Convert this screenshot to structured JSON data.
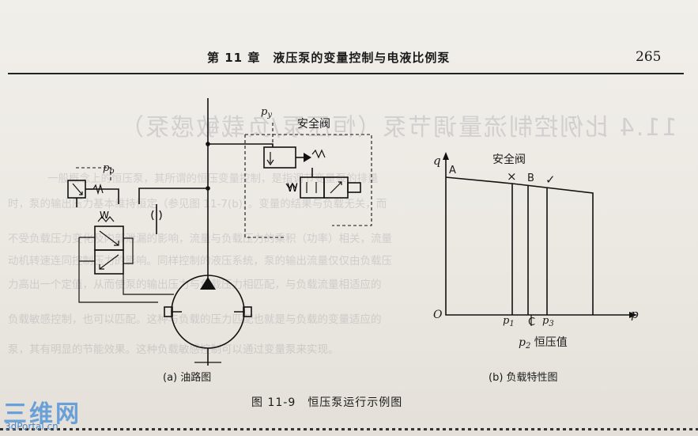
{
  "header": {
    "title": "第 11 章　液压泵的变量控制与电液比例泵",
    "page_number": "265"
  },
  "background_text": {
    "heading": "11.4 比例控制流量调节泵（恒压泵/负载敏感泵）",
    "lines": [
      "一般概念上的恒压泵，其所谓的恒压变量控制，是指调节变量泵的排量",
      "时，泵的输出压力基本维持恒定（参见图 11-7(b)）。变量的结果与负载无关，而",
      "不受负载压力变化及内部泄漏的影响，流量与负载压力的乘积（功率）相关，流量",
      "动机转速连同控制压力的影响。同样控制的液压系统，泵的输出流量仅仅由负载压",
      "力高出一个定值，从而使泵的输出压力与负载压力相匹配，与负载流量相适应的",
      "负载敏感控制，也可以匹配。这种与负载的压力匹配也就是与负载的变量适应的",
      "泵，其有明显的节能效果。这种负载敏感控制可以通过变量泵来实现。"
    ]
  },
  "figure": {
    "left": {
      "label_py": "p",
      "label_py_sub": "y",
      "label_pb": "p",
      "label_pb_sub": "b",
      "label_safety_valve": "安全阀",
      "caption": "(a) 油路图"
    },
    "right": {
      "title": "安全阀",
      "axis_y": "q",
      "axis_x": "p",
      "origin": "O",
      "point_A": "A",
      "point_B": "B",
      "point_C": "C",
      "mark_cross": "×",
      "mark_check": "✓",
      "p1": "p",
      "p1_sub": "1",
      "p2": "p",
      "p2_sub": "2",
      "p3": "p",
      "p3_sub": "3",
      "p2_note": "恒压值",
      "caption": "(b) 负载特性图"
    },
    "caption": "图 11-9　恒压泵运行示例图"
  },
  "watermark": {
    "mark": "三维网",
    "url": "3dPortal.cn"
  }
}
